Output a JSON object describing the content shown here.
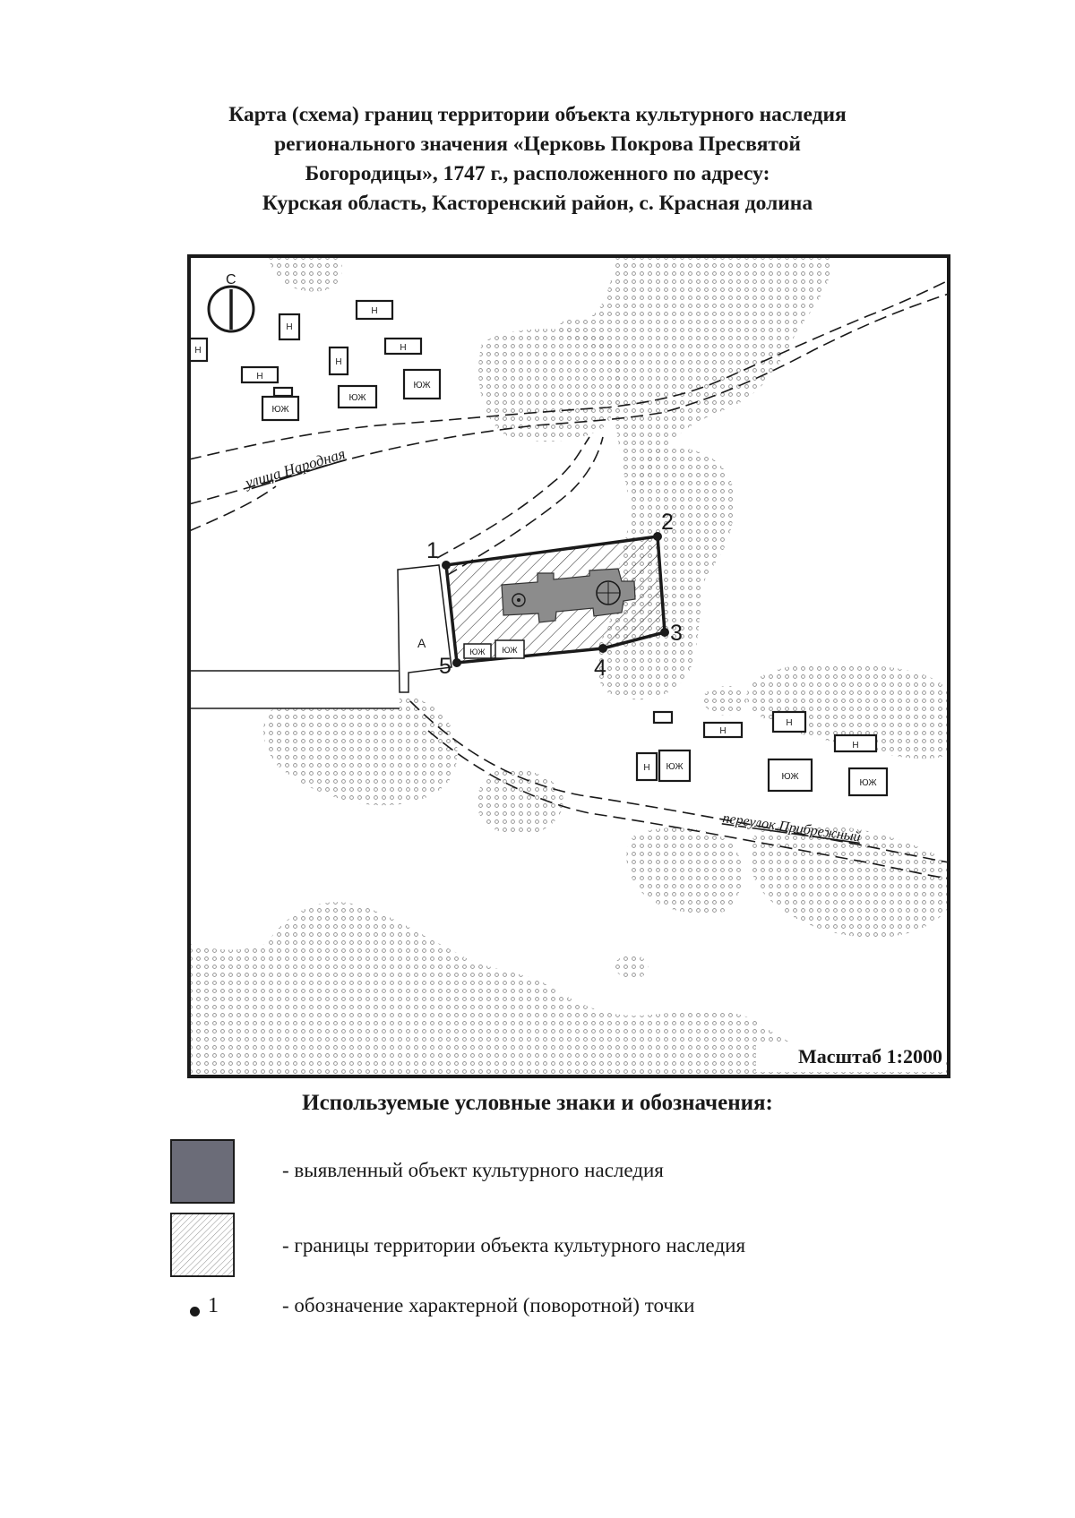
{
  "title": {
    "line1": "Карта (схема) границ территории объекта культурного наследия",
    "line2": "регионального значения «Церковь Покрова Пресвятой",
    "line3": "Богородицы», 1747 г., расположенного по адресу:",
    "line4": "Курская область, Касторенский район, с. Красная долина"
  },
  "map": {
    "north_label": "С",
    "streets": [
      {
        "id": "narodnaya",
        "label": "улица Народная"
      },
      {
        "id": "pribrezhny",
        "label": "переулок Прибрежный"
      }
    ],
    "building_labels": {
      "n": "Н",
      "zh": "ЮЖ",
      "a": "А"
    },
    "boundary_points": [
      "1",
      "2",
      "3",
      "4",
      "5"
    ],
    "scale_text": "Масштаб 1:2000"
  },
  "legend": {
    "title": "Используемые условные знаки и обозначения:",
    "items": [
      {
        "symbol": "solid-fill",
        "color": "#6b6c78",
        "text": "- выявленный объект культурного наследия"
      },
      {
        "symbol": "hatch-fill",
        "color": "#8a8a8a",
        "text": "- границы территории объекта культурного наследия"
      },
      {
        "symbol": "point",
        "number": "1",
        "text": "- обозначение характерной (поворотной) точки"
      }
    ]
  },
  "colors": {
    "ink": "#1a1a1a",
    "object_fill": "#8c8c8c",
    "legend_object_fill": "#6b6c78",
    "greenery_dots": "#9a9a9a"
  }
}
